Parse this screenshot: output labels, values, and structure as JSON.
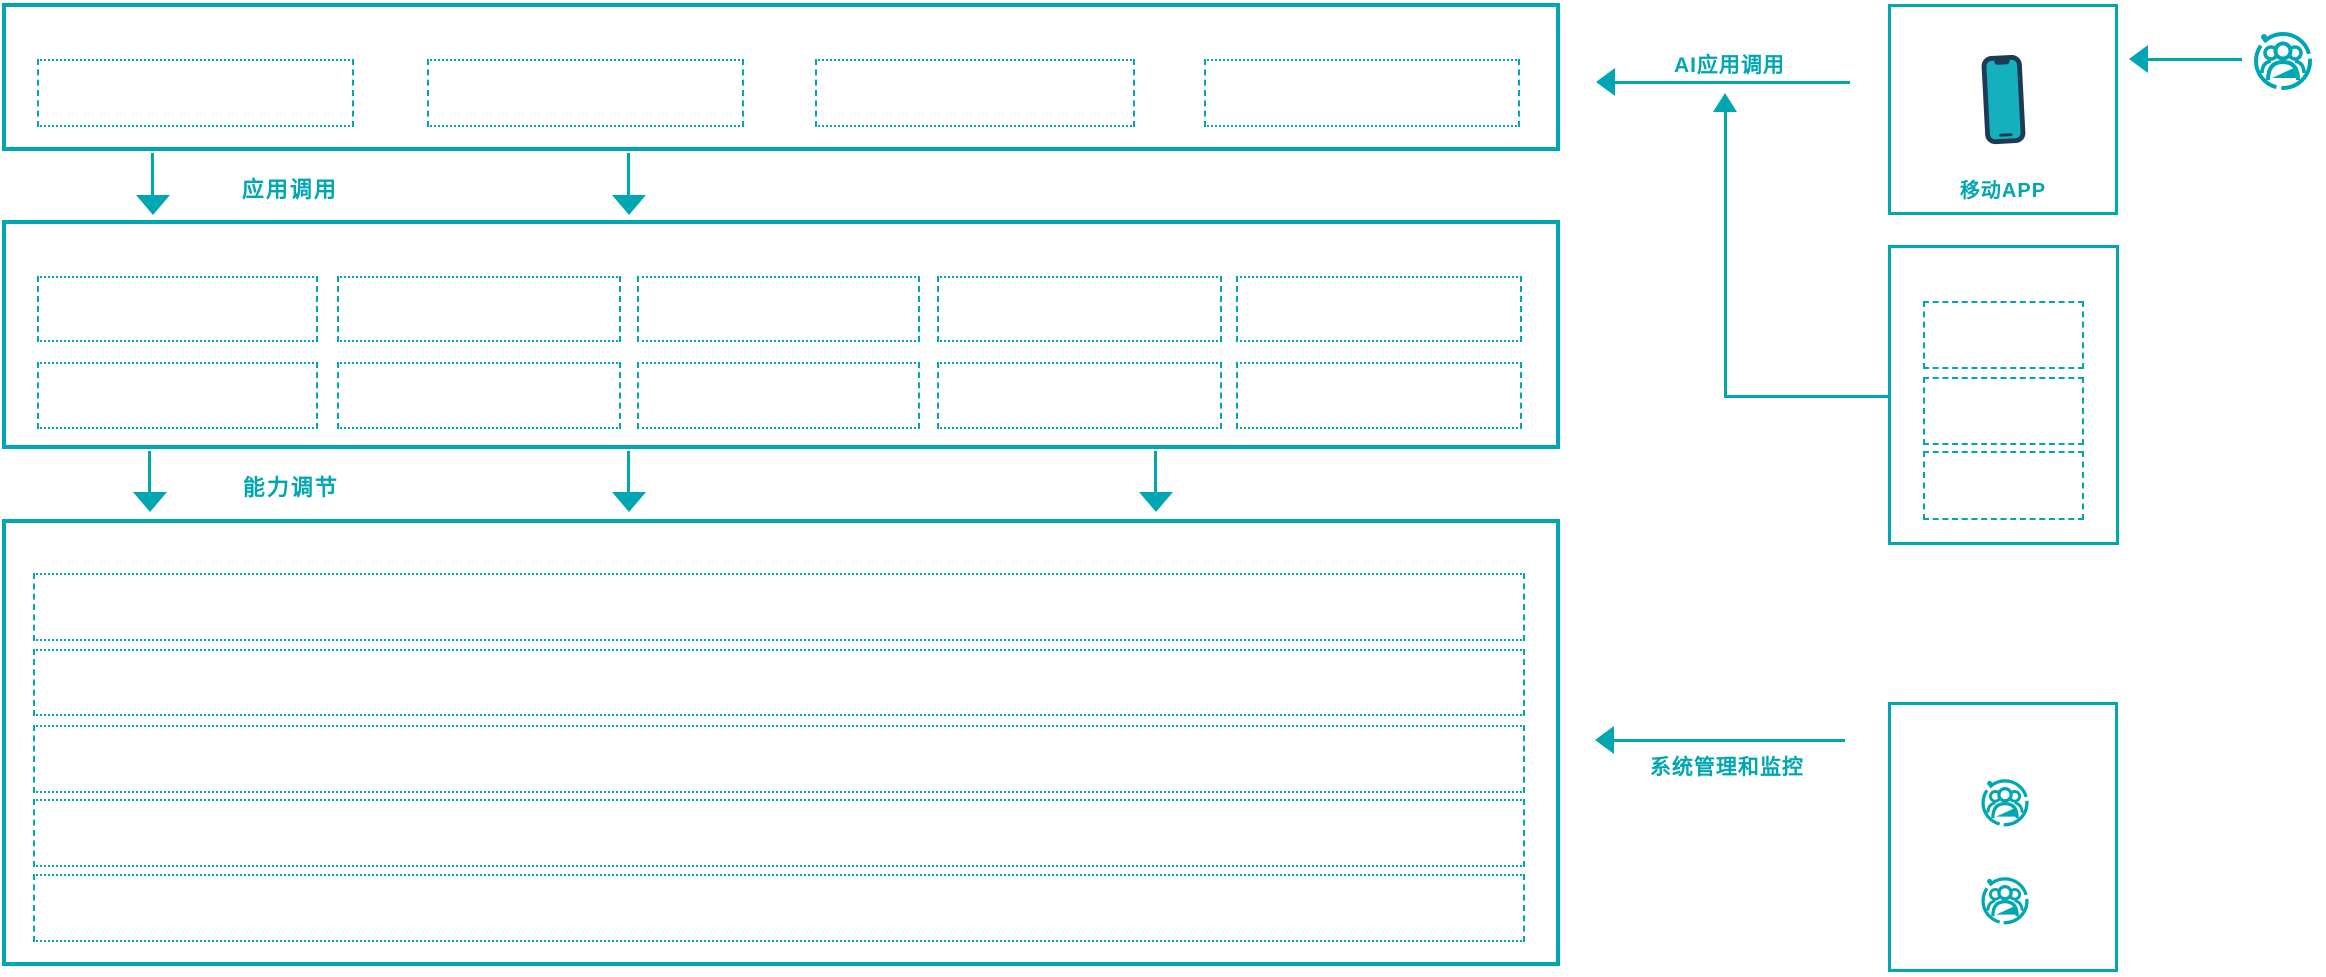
{
  "labels": {
    "app_call": "应用调用",
    "capability_adjust": "能力调节",
    "ai_app_call": "AI应用调用",
    "mobile_app": "移动APP",
    "system_management": "系统管理和监控"
  },
  "colors": {
    "teal": "#00A6B2",
    "phone_screen": "#14B0BE",
    "phone_frame": "#1E3A55",
    "background": "#FFFFFF"
  },
  "icons": {
    "user_group": "users-icon",
    "phone": "smartphone-icon"
  },
  "structure": {
    "top_layer_placeholders": 4,
    "middle_layer_rows": 2,
    "middle_layer_cols": 5,
    "bottom_layer_rows": 5,
    "right_client_placeholders": 3,
    "admin_user_icons": 2
  }
}
